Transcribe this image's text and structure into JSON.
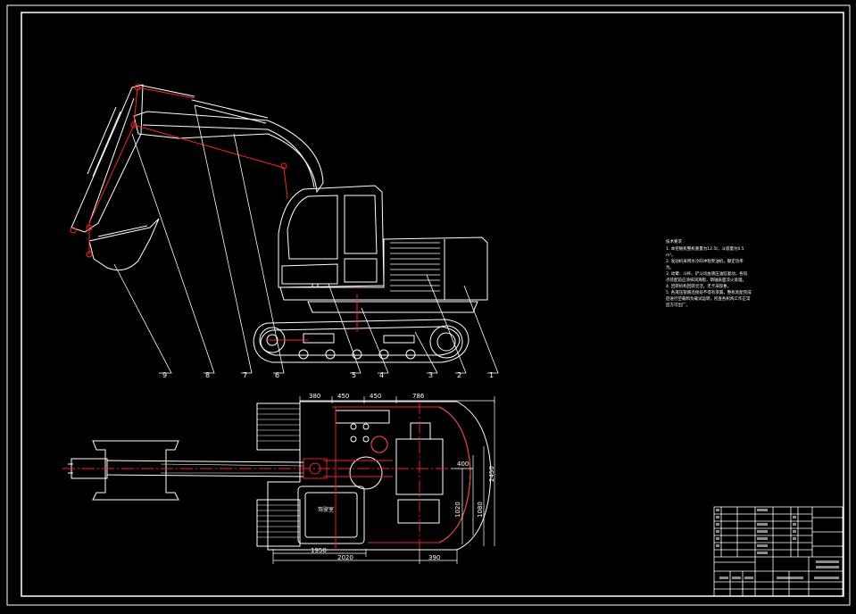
{
  "colors": {
    "background": "#000000",
    "outline": "#ffffff",
    "centerline": "#ff2020",
    "marks": "#ff2020"
  },
  "leaders": [
    "9",
    "8",
    "7",
    "6",
    "5",
    "4",
    "3",
    "2",
    "1"
  ],
  "top_dims": [
    "380",
    "450",
    "450",
    "786"
  ],
  "dims_bottom": {
    "d1": "1950",
    "d2": "2020",
    "d3": "390"
  },
  "dims_right": {
    "d1": "400",
    "d2": "2450",
    "d3": "1020",
    "d4": "1080"
  },
  "plan_labels": {
    "cab": "驾驶室"
  },
  "notes": {
    "title": "技术要求",
    "lines": [
      "1. 本挖掘机整机重量为12.5t，斗容量为0.5",
      "m³。",
      "2. 发动机采用水冷四冲程柴油机，额定功率",
      "为。",
      "3. 动臂、斗杆、铲斗均由液压油缸驱动，各铰",
      "点装配前应涂抹润滑脂，销轴表面淬火处理。",
      "4. 回转机构回转灵活，无卡滞现象。",
      "5. 各液压管路连接处不得有渗漏，整机装配完成",
      "后进行空载和负载试运转，检查各机构工作正常",
      "后方可出厂。"
    ]
  }
}
